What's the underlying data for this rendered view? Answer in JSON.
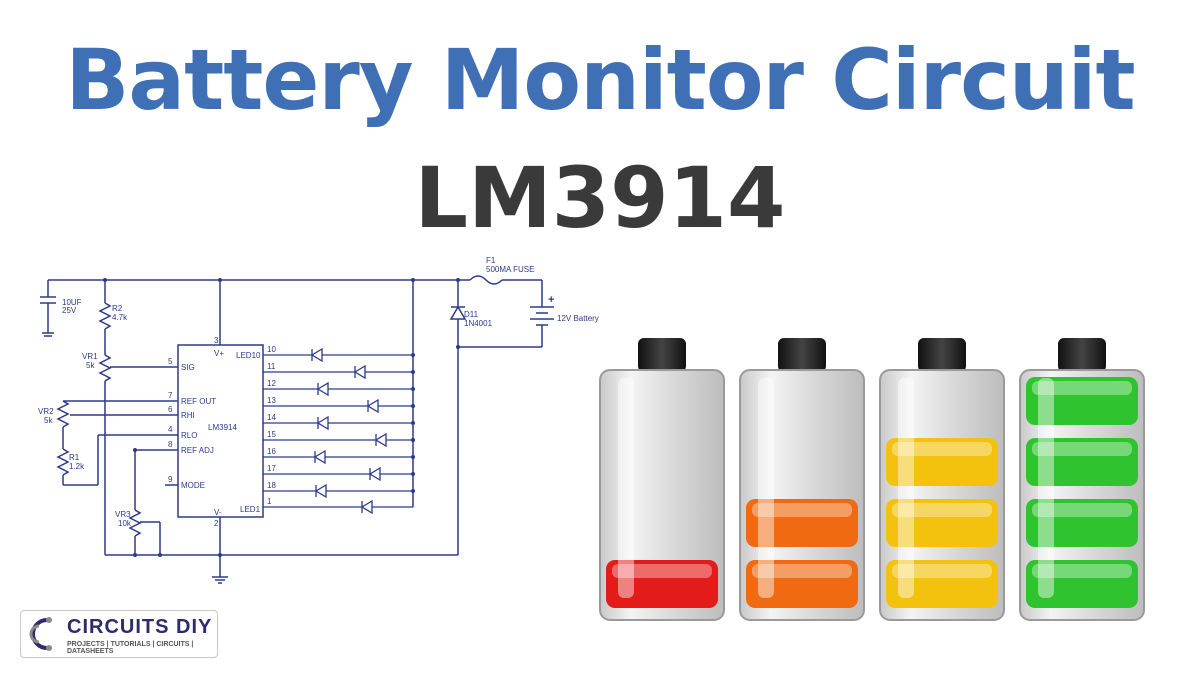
{
  "title": "Battery Monitor Circuit",
  "subtitle": "LM3914",
  "schematic": {
    "ic_name": "LM3914",
    "ic_pins_left": [
      {
        "num": "5",
        "name": "SIG"
      },
      {
        "num": "7",
        "name": "REF OUT"
      },
      {
        "num": "6",
        "name": "RHI"
      },
      {
        "num": "4",
        "name": "RLO"
      },
      {
        "num": "8",
        "name": "REF ADJ"
      },
      {
        "num": "9",
        "name": "MODE"
      }
    ],
    "ic_pin_top": {
      "num": "3",
      "name": "V+"
    },
    "ic_pin_bottom": {
      "num": "2",
      "name": "V-"
    },
    "led_pin_top": "LED10",
    "led_pin_bottom": "LED1",
    "led_pin_numbers": [
      "10",
      "11",
      "12",
      "13",
      "14",
      "15",
      "16",
      "17",
      "18",
      "1"
    ],
    "capacitor": {
      "value": "10UF",
      "voltage": "25V"
    },
    "r2": {
      "name": "R2",
      "value": "4.7k"
    },
    "vr1": {
      "name": "VR1",
      "value": "5k"
    },
    "vr2": {
      "name": "VR2",
      "value": "5k"
    },
    "r1": {
      "name": "R1",
      "value": "1.2k"
    },
    "vr3": {
      "name": "VR3",
      "value": "10k"
    },
    "fuse": {
      "name": "F1",
      "value": "500MA FUSE"
    },
    "diode": {
      "name": "D11",
      "value": "1N4001"
    },
    "battery": {
      "label": "12V Battery",
      "polarity": "+"
    }
  },
  "batteries": [
    {
      "charge_levels": 1,
      "color": "#e31b1b"
    },
    {
      "charge_levels": 2,
      "color": "#f06a12"
    },
    {
      "charge_levels": 3,
      "color": "#f2c20f"
    },
    {
      "charge_levels": 4,
      "color": "#2fc42f"
    }
  ],
  "logo": {
    "brand": "CIRCUITS DIY",
    "tagline": "PROJECTS | TUTORIALS | CIRCUITS | DATASHEETS"
  }
}
